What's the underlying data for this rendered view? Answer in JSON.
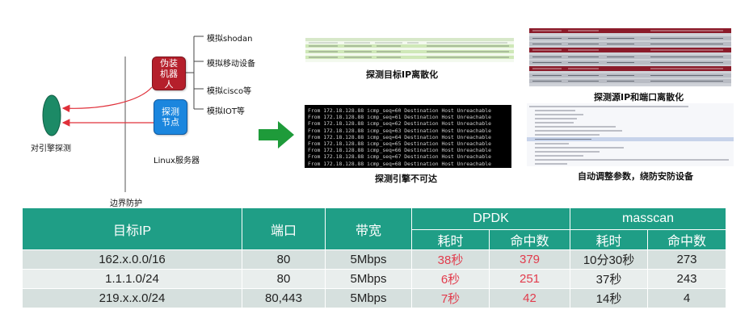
{
  "diagram": {
    "fake_box": "伪装机器人",
    "probe_box": "探测节点",
    "server_label": "Linux服务器",
    "engine_label": "对引擎探测",
    "border_label": "边界防护",
    "branches": [
      "模拟shodan",
      "模拟移动设备",
      "模拟cisco等",
      "模拟IOT等"
    ]
  },
  "captions": {
    "ip_scatter": "探测目标IP离散化",
    "port_scatter": "探测源IP和端口离散化",
    "unreachable": "探测引擎不可达",
    "auto_adjust": "自动调整参数，绕防安防设备"
  },
  "terminal": {
    "lines": [
      "From 172.18.128.88 icmp_seq=60 Destination Host Unreachable",
      "From 172.18.128.88 icmp_seq=61 Destination Host Unreachable",
      "From 172.18.128.88 icmp_seq=62 Destination Host Unreachable",
      "From 172.18.128.88 icmp_seq=63 Destination Host Unreachable",
      "From 172.18.128.88 icmp_seq=64 Destination Host Unreachable",
      "From 172.18.128.88 icmp_seq=65 Destination Host Unreachable",
      "From 172.18.128.88 icmp_seq=66 Destination Host Unreachable",
      "From 172.18.128.88 icmp_seq=67 Destination Host Unreachable",
      "From 172.18.128.88 icmp_seq=68 Destination Host Unreachable"
    ]
  },
  "table": {
    "headers": {
      "target_ip": "目标IP",
      "port": "端口",
      "bandwidth": "带宽",
      "dpdk": "DPDK",
      "masscan": "masscan",
      "time": "耗时",
      "hits": "命中数"
    },
    "rows": [
      {
        "ip": "162.x.0.0/16",
        "port": "80",
        "bw": "5Mbps",
        "dpdk_time": "38秒",
        "dpdk_hits": "379",
        "masscan_time": "10分30秒",
        "masscan_hits": "273"
      },
      {
        "ip": "1.1.1.0/24",
        "port": "80",
        "bw": "5Mbps",
        "dpdk_time": "6秒",
        "dpdk_hits": "251",
        "masscan_time": "37秒",
        "masscan_hits": "243"
      },
      {
        "ip": "219.x.x.0/24",
        "port": "80,443",
        "bw": "5Mbps",
        "dpdk_time": "7秒",
        "dpdk_hits": "42",
        "masscan_time": "14秒",
        "masscan_hits": "4"
      }
    ]
  },
  "colors": {
    "table_header": "#1f9e86",
    "highlight_red": "#e23b4c",
    "arrow_green": "#1e9b3a",
    "ellipse_green": "#1c8a66"
  }
}
